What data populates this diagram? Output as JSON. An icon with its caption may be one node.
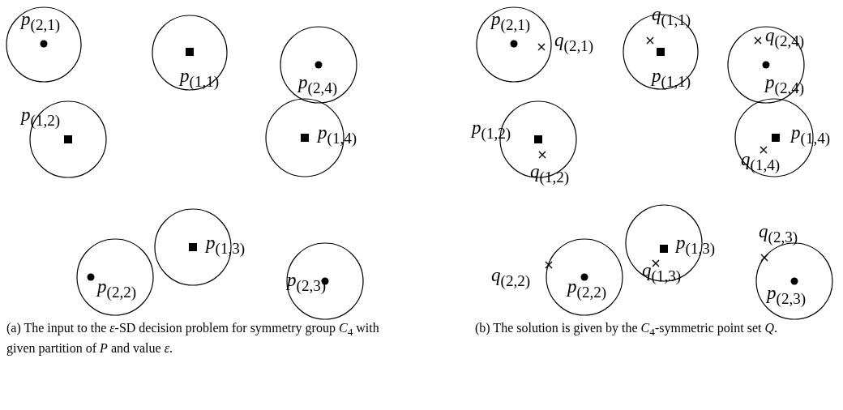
{
  "diagram": {
    "labels": [
      "*p*$_{(2,1)}$",
      "*p*$_{(1,1)}$",
      "*p*$_{(2,4)}$",
      "*p*$_{(1,2)}$",
      "*p*$_{(1,4)}$",
      "*p*$_{(1,3)}$",
      "*p*$_{(2,2)}$",
      "*p*$_{(2,3)}$",
      "(a) The input to the *ε*-SD decision problem for symmetry group *C*$_{4}$ with given partition of *P* and value *ε*.",
      "*p*$_{(2,1)}$",
      "*q*$_{(2,1)}$",
      "*q*$_{(1,1)}$",
      "*p*$_{(1,1)}$",
      "*q*$_{(2,4)}$",
      "*p*$_{(2,4)}$",
      "*p*$_{(1,2)}$",
      "*q*$_{(1,2)}$",
      "*p*$_{(1,4)}$",
      "*q*$_{(1,4)}$",
      "*p*$_{(1,3)}$",
      "*q*$_{(1,3)}$",
      "*q*$_{(2,2)}$",
      "*p*$_{(2,2)}$",
      "*q*$_{(2,3)}$",
      "*p*$_{(2,3)}$",
      "(b) The solution is given by the *C*$_{4}$-symmetric point set *Q*."
    ]
  }
}
